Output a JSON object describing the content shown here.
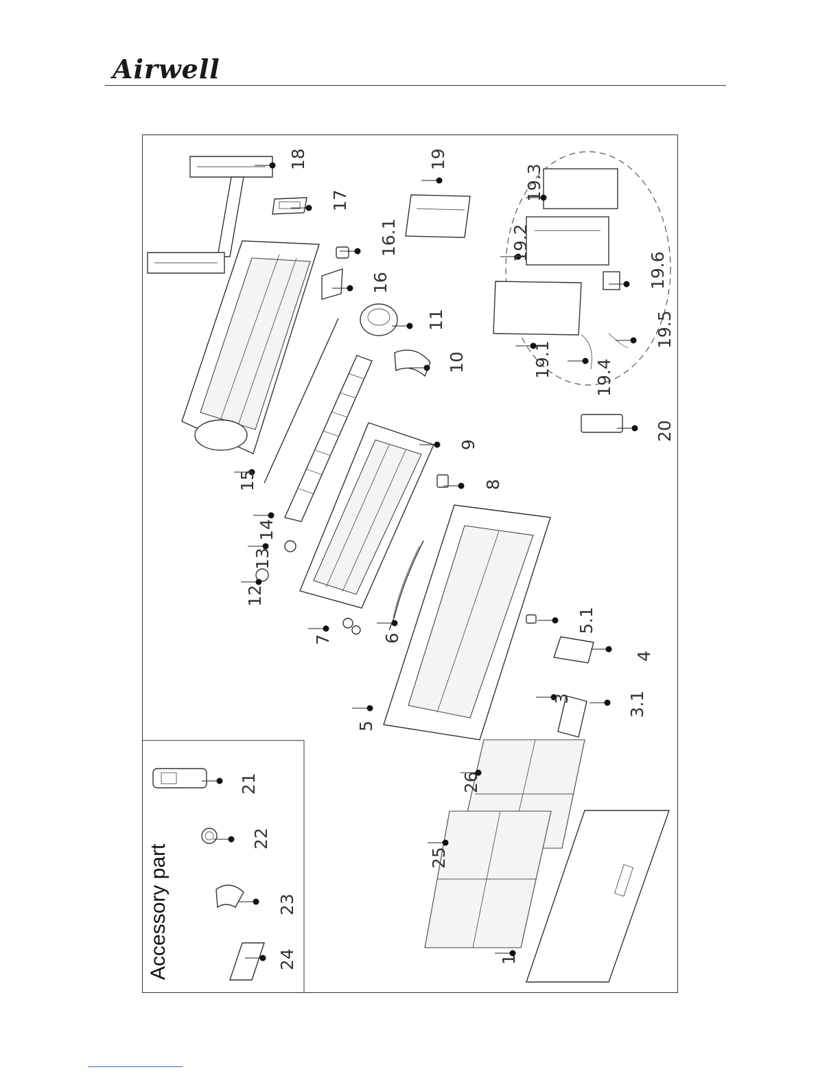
{
  "header": {
    "brand_logo": "Airwell"
  },
  "accessory_box": {
    "title": "Accessory part"
  },
  "callouts": {
    "p1": "1",
    "p3": "3",
    "p3_1": "3.1",
    "p4": "4",
    "p5": "5",
    "p5_1": "5.1",
    "p6": "6",
    "p7": "7",
    "p8": "8",
    "p9": "9",
    "p10": "10",
    "p11": "11",
    "p12": "12",
    "p13": "13",
    "p14": "14",
    "p15": "15",
    "p16": "16",
    "p16_1": "16.1",
    "p17": "17",
    "p18": "18",
    "p19": "19",
    "p19_1": "19.1",
    "p19_2": "19.2",
    "p19_3": "19.3",
    "p19_4": "19.4",
    "p19_5": "19.5",
    "p19_6": "19.6",
    "p20": "20",
    "p21": "21",
    "p22": "22",
    "p23": "23",
    "p24": "24",
    "p25": "25",
    "p26": "26"
  }
}
